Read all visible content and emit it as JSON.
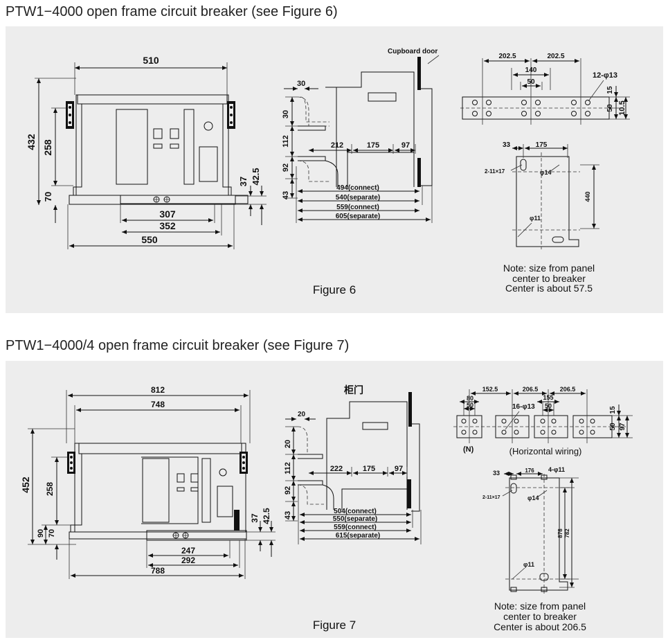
{
  "panel1": {
    "title": "PTW1−4000 open frame circuit breaker (see Figure 6)",
    "figure_label": "Figure 6",
    "front_view": {
      "width_top": "510",
      "height_total": "432",
      "height_mid": "258",
      "height_base": "70",
      "bottom_307": "307",
      "bottom_352": "352",
      "bottom_550": "550",
      "right_37": "37",
      "right_42_5": "42.5"
    },
    "side_view": {
      "cupboard_door": "Cupboard door",
      "top_30": "30",
      "left_30": "30",
      "left_112": "112",
      "left_92": "92",
      "left_43": "43",
      "d212": "212",
      "d175": "175",
      "d97": "97",
      "c494": "494(connect)",
      "s540": "540(separate)",
      "c559": "559(connect)",
      "s605": "605(separate)"
    },
    "busbar": {
      "d202_5_a": "202.5",
      "d202_5_b": "202.5",
      "d140": "140",
      "d50": "50",
      "holes": "12-φ13",
      "d15": "15",
      "d50v": "50",
      "d10_5": "10.5"
    },
    "mounting": {
      "d33": "33",
      "d175": "175",
      "slot": "2-11×17",
      "phi14": "φ14",
      "phi11": "φ11",
      "d440": "440"
    },
    "note": [
      "Note: size from panel",
      "center to breaker",
      "Center is about 57.5"
    ]
  },
  "panel2": {
    "title": "PTW1−4000/4 open frame circuit breaker (see Figure 7)",
    "figure_label": "Figure 7",
    "front_view": {
      "width_812": "812",
      "width_748": "748",
      "height_452": "452",
      "height_258": "258",
      "height_90": "90",
      "height_70": "70",
      "bottom_247": "247",
      "bottom_292": "292",
      "bottom_788": "788",
      "right_37": "37",
      "right_42_5": "42.5"
    },
    "side_view": {
      "cabinet_door": "柜门",
      "top_20": "20",
      "left_20": "20",
      "left_112": "112",
      "left_92": "92",
      "left_43": "43",
      "d222": "222",
      "d175": "175",
      "d97": "97",
      "c504": "504(connect)",
      "s550": "550(separate)",
      "c559": "559(connect)",
      "s615": "615(separate)"
    },
    "busbar": {
      "d152_5": "152.5",
      "d206_5_a": "206.5",
      "d206_5_b": "206.5",
      "d80": "80",
      "d50a": "50",
      "d155": "155",
      "d50b": "50",
      "holes": "16-φ13",
      "d15": "15",
      "d50v": "50",
      "d97": "97",
      "neutral": "(N)",
      "wiring": "(Horizontal wiring)"
    },
    "mounting": {
      "d33": "33",
      "d176": "176",
      "holes4": "4-φ11",
      "slot": "2-11×17",
      "phi14": "φ14",
      "phi11": "φ11",
      "d878": "878",
      "d782": "782"
    },
    "note": [
      "Note: size from panel",
      "center to breaker",
      "Center is about 206.5"
    ]
  }
}
